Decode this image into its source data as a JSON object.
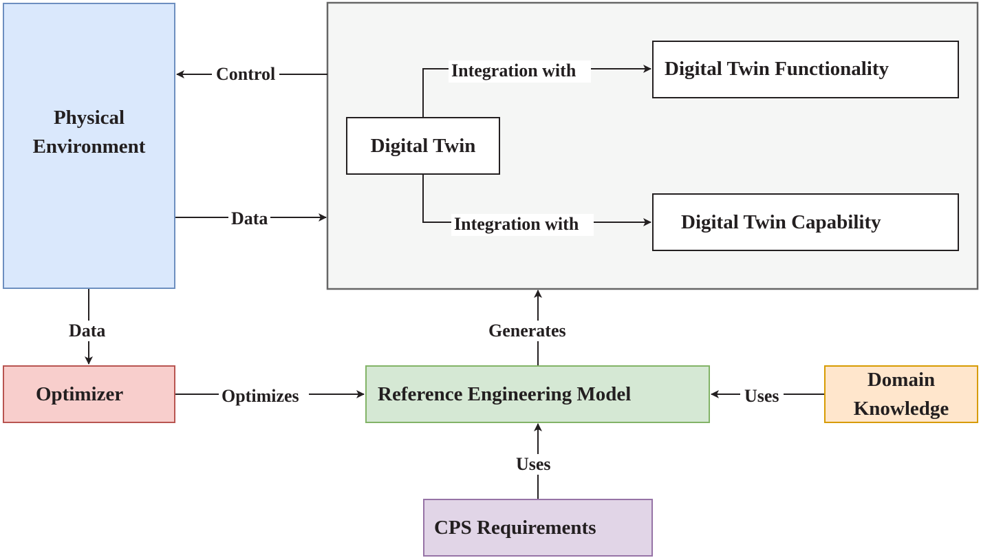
{
  "nodes": {
    "physical_environment": "Physical Environment",
    "digital_twin": "Digital Twin",
    "dt_functionality": "Digital Twin Functionality",
    "dt_capability": "Digital Twin Capability",
    "optimizer": "Optimizer",
    "reference_model": "Reference Engineering Model",
    "domain_knowledge": "Domain Knowledge",
    "cps_requirements": "CPS Requirements"
  },
  "edges": {
    "control": "Control",
    "data_to_twin": "Data",
    "data_to_optimizer": "Data",
    "integration_functionality": "Integration with",
    "integration_capability": "Integration with",
    "optimizes": "Optimizes",
    "generates": "Generates",
    "uses_domain": "Uses",
    "uses_requirements": "Uses"
  },
  "colors": {
    "physical_fill": "#dae8fc",
    "physical_stroke": "#6c8ebf",
    "optimizer_fill": "#f8cecc",
    "optimizer_stroke": "#b85450",
    "reference_fill": "#d5e8d4",
    "reference_stroke": "#82b366",
    "domain_fill": "#ffe6cc",
    "domain_stroke": "#d79b00",
    "cps_fill": "#e1d5e7",
    "cps_stroke": "#9673a6",
    "twin_container_fill": "#f5f6f5",
    "twin_container_stroke": "#666666",
    "line": "#231f20"
  }
}
